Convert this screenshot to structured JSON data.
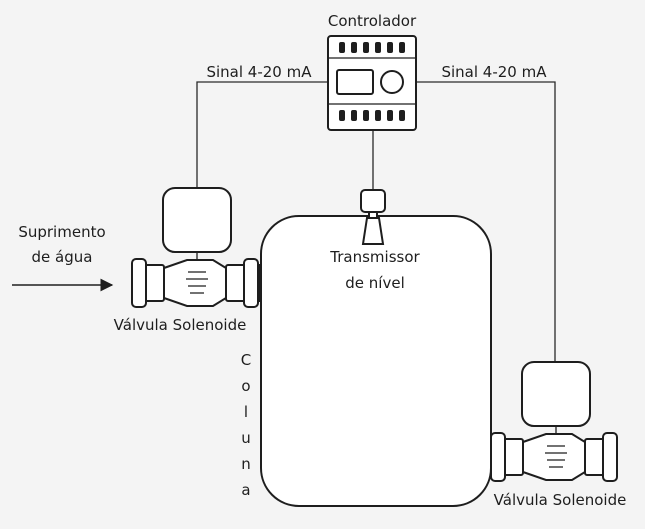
{
  "controller": {
    "label": "Controlador"
  },
  "signals": {
    "left": "Sinal 4-20 mA",
    "right": "Sinal 4-20 mA"
  },
  "supply": {
    "line1": "Suprimento",
    "line2": "de água"
  },
  "valve_left": {
    "label": "Válvula Solenoide"
  },
  "valve_right": {
    "label": "Válvula Solenoide"
  },
  "transmitter": {
    "line1": "Transmissor",
    "line2": "de nível"
  },
  "column": {
    "letters": [
      "C",
      "o",
      "l",
      "u",
      "n",
      "a"
    ]
  }
}
